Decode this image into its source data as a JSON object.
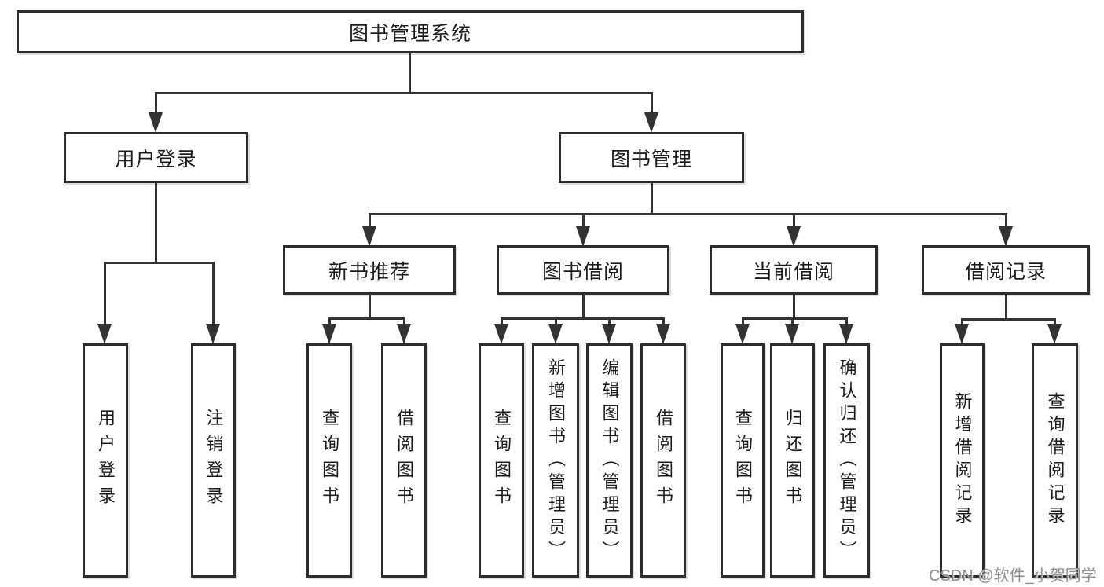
{
  "colors": {
    "background": "#ffffff",
    "line": "#333333",
    "box_border": "#2d2d2d",
    "text": "#1c1c1c",
    "watermark": "#8f8f8f"
  },
  "tree": {
    "root": {
      "label": "图书管理系统"
    },
    "branches": [
      {
        "label": "用户登录",
        "children": [
          {
            "label": "用户登录"
          },
          {
            "label": "注销登录"
          }
        ]
      },
      {
        "label": "图书管理",
        "children": [
          {
            "label": "新书推荐",
            "children": [
              {
                "label": "查询图书"
              },
              {
                "label": "借阅图书"
              }
            ]
          },
          {
            "label": "图书借阅",
            "children": [
              {
                "label": "查询图书"
              },
              {
                "label": "新增图书（管理员）"
              },
              {
                "label": "编辑图书（管理员）"
              },
              {
                "label": "借阅图书"
              }
            ]
          },
          {
            "label": "当前借阅",
            "children": [
              {
                "label": "查询图书"
              },
              {
                "label": "归还图书"
              },
              {
                "label": "确认归还（管理员）"
              }
            ]
          },
          {
            "label": "借阅记录",
            "children": [
              {
                "label": "新增借阅记录"
              },
              {
                "label": "查询借阅记录"
              }
            ]
          }
        ]
      }
    ]
  },
  "watermark": {
    "text": "CSDN @软件_小贺同学"
  }
}
